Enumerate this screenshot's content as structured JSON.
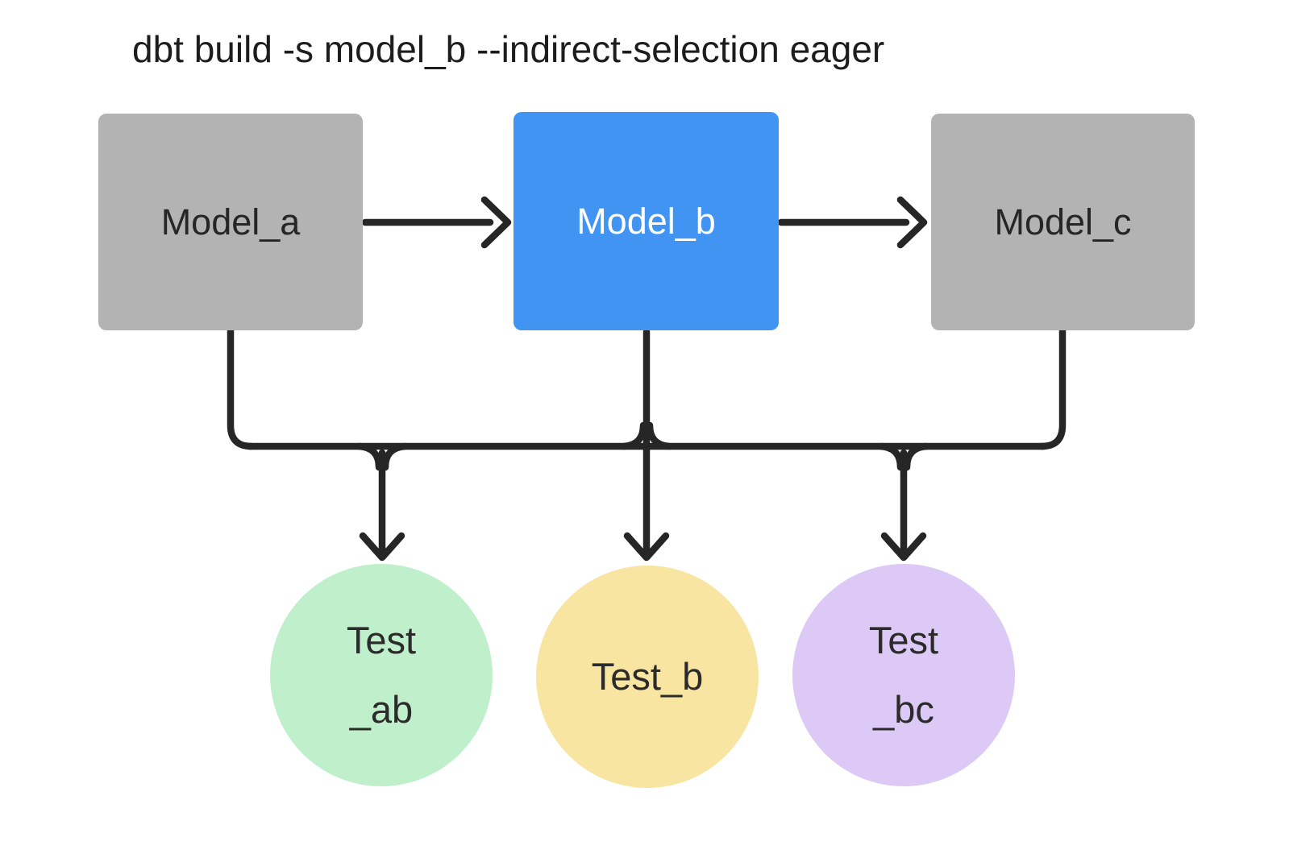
{
  "title": "dbt build -s model_b --indirect-selection eager",
  "colors": {
    "background": "#ffffff",
    "edge": "#262626",
    "model_default_fill": "#b3b3b3",
    "model_selected_fill": "#4294f3",
    "model_label_dark": "#262626",
    "model_label_light": "#ffffff",
    "test_ab_fill": "#bff0cb",
    "test_b_fill": "#f8e5a2",
    "test_bc_fill": "#ddc9f6",
    "title_color": "#1d1d1f"
  },
  "models": [
    {
      "id": "model_a",
      "label": "Model_a",
      "variant": "default"
    },
    {
      "id": "model_b",
      "label": "Model_b",
      "variant": "selected"
    },
    {
      "id": "model_c",
      "label": "Model_c",
      "variant": "default"
    }
  ],
  "tests": [
    {
      "id": "test_ab",
      "lines": [
        "Test",
        "_ab"
      ]
    },
    {
      "id": "test_b",
      "lines": [
        "Test_b"
      ]
    },
    {
      "id": "test_bc",
      "lines": [
        "Test",
        "_bc"
      ]
    }
  ],
  "edges": [
    {
      "from": "model_a",
      "to": "model_b"
    },
    {
      "from": "model_b",
      "to": "model_c"
    },
    {
      "from": "model_a",
      "to": "test_ab"
    },
    {
      "from": "model_b",
      "to": "test_ab"
    },
    {
      "from": "model_b",
      "to": "test_b"
    },
    {
      "from": "model_b",
      "to": "test_bc"
    },
    {
      "from": "model_c",
      "to": "test_bc"
    }
  ]
}
